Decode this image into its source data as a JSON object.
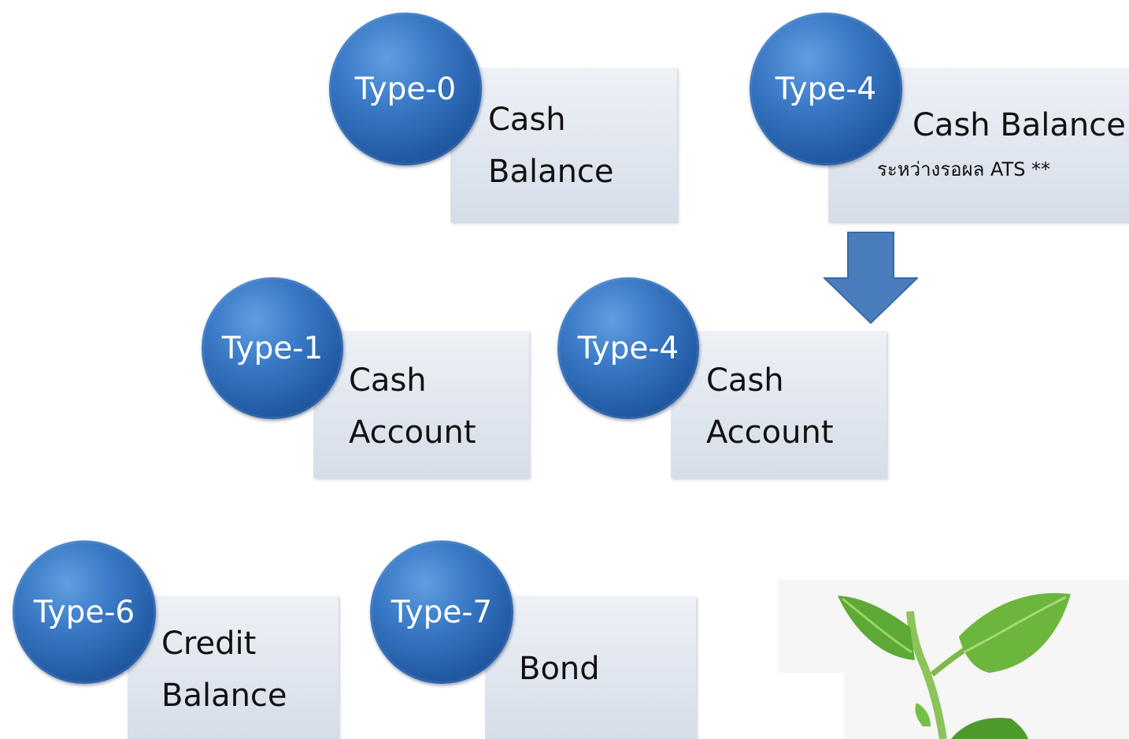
{
  "colors": {
    "badge": "#2f6db5",
    "card": "#dfe5ee",
    "arrow": "#4a7dbb",
    "leaf": "#6ab83a"
  },
  "items": [
    {
      "type_label": "Type-0",
      "card_lines": [
        "Cash",
        "Balance"
      ]
    },
    {
      "type_label": "Type-4",
      "card_lines": [
        "Cash Balance"
      ],
      "note": "ระหว่างรอผล ATS **"
    },
    {
      "type_label": "Type-1",
      "card_lines": [
        "Cash",
        "Account"
      ]
    },
    {
      "type_label": "Type-4",
      "card_lines": [
        "Cash",
        "Account"
      ]
    },
    {
      "type_label": "Type-6",
      "card_lines": [
        "Credit",
        "Balance"
      ]
    },
    {
      "type_label": "Type-7",
      "card_lines": [
        "Bond"
      ]
    }
  ],
  "decorations": {
    "arrow_icon": "down-arrow-icon",
    "plant_image": "plant-leaves-image"
  }
}
